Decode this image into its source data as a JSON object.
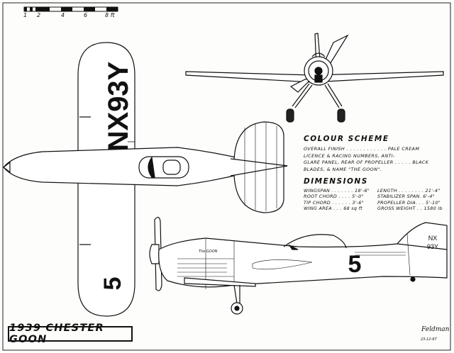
{
  "scale": {
    "ticks": [
      "1",
      "2",
      "4",
      "6",
      "8 ft"
    ]
  },
  "registration": {
    "wing": "NX93Y",
    "tail": [
      "NX",
      "93Y"
    ],
    "race_number": "5",
    "nose_name": "The GOON"
  },
  "colour_scheme": {
    "heading": "COLOUR SCHEME",
    "lines": [
      "OVERALL FINISH . . . . . . . . . . . . PALE CREAM",
      "LICENCE & RACING NUMBERS, ANTI-",
      "GLARE PANEL, REAR OF PROPELLER . . . . . BLACK",
      "BLADES, & NAME \"THE GOON\"."
    ]
  },
  "dimensions": {
    "heading": "DIMENSIONS",
    "rows": [
      {
        "left": "WINGSPAN . . . . . . . 18'-6\"",
        "right": "LENGTH . . . . . . . . 21'-4\""
      },
      {
        "left": "ROOT CHORD . . . . 5'-0\"",
        "right": "STABILIZER SPAN. 6'-4\""
      },
      {
        "left": "TIP CHORD . . . . . . 3'-6\"",
        "right": "PROPELLER DIA. . . 5'-10\""
      },
      {
        "left": "WING AREA . . . 68 sq ft",
        "right": "GROSS WEIGHT . . 1580 lb"
      }
    ]
  },
  "title": "1939  CHESTER  GOON",
  "signature": "Feldman",
  "signature_date": "23-12-67",
  "colors": {
    "ink": "#111111",
    "paper": "#fdfdfb"
  }
}
